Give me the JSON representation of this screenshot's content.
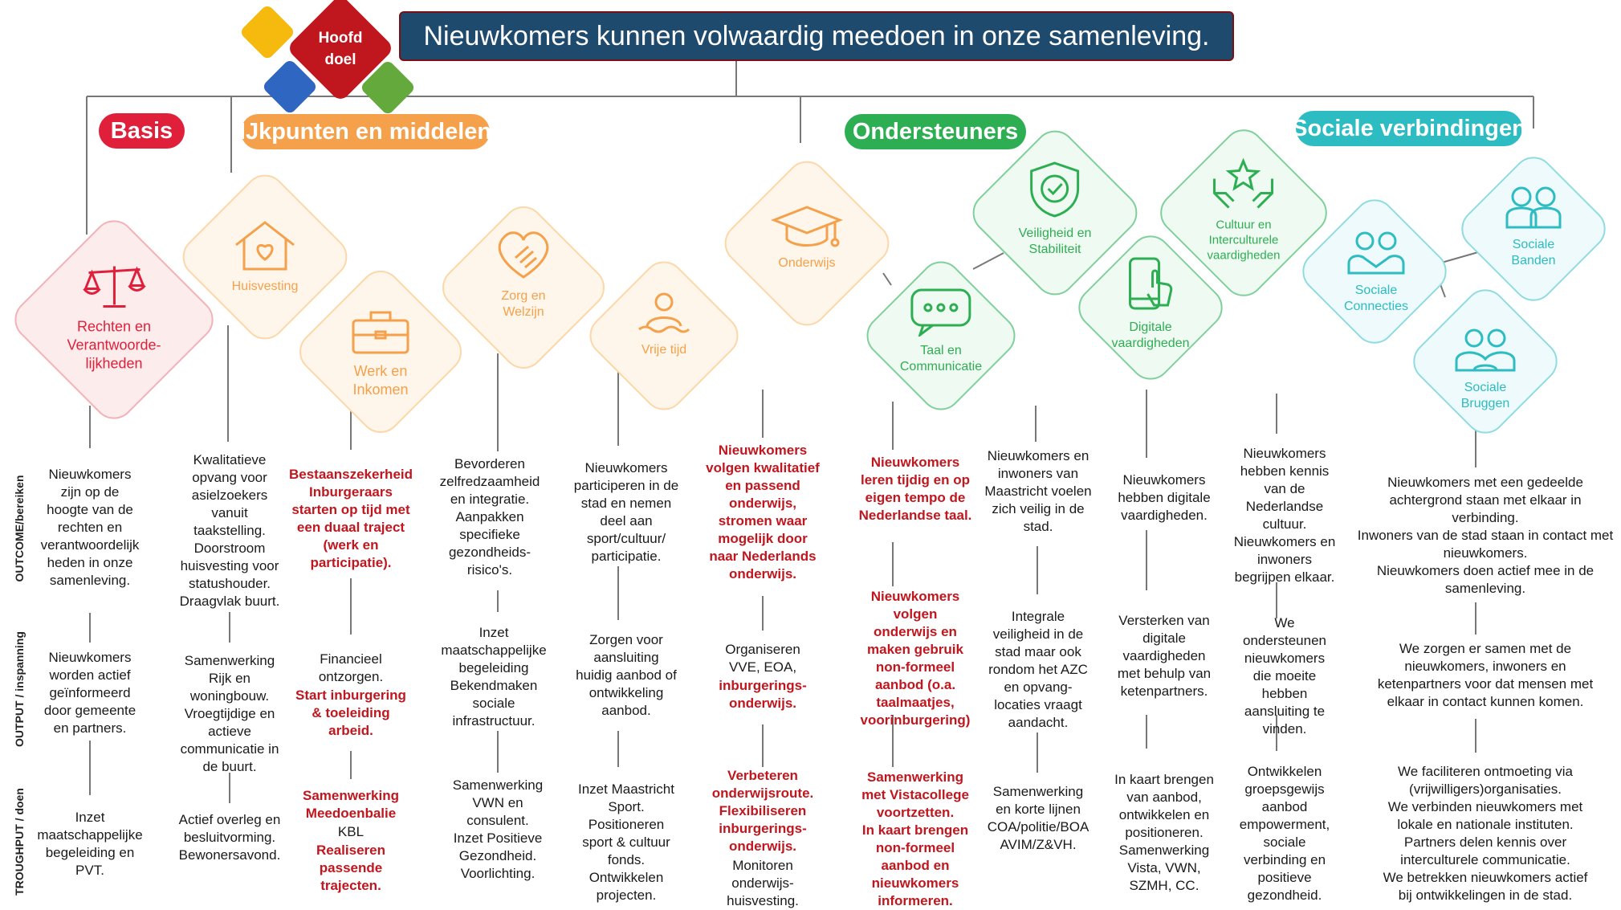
{
  "colors": {
    "basis": "#e0203a",
    "ijkpunten": "#f5a04a",
    "ondersteuners": "#2eae52",
    "sociaal": "#2cbcc2",
    "title_bg": "#1e4a6e",
    "logo_yellow": "#f6b90e",
    "logo_red": "#c0171f",
    "logo_blue": "#2f66c2",
    "logo_green": "#63a93c",
    "emphasis_red": "#c0171f"
  },
  "logo": {
    "text": "Hoofd\ndoel"
  },
  "main_title": "Nieuwkomers kunnen volwaardig meedoen in onze samenleving.",
  "categories": {
    "basis": "Basis",
    "ijkpunten": "IJkpunten en middelen",
    "ondersteuners": "Ondersteuners",
    "sociaal": "Sociale verbindingen"
  },
  "tiles": {
    "rechten": {
      "label": "Rechten en\nVerantwoorde-\nlijkheden",
      "icon": "scales-icon"
    },
    "huisvesting": {
      "label": "Huisvesting",
      "icon": "house-heart-icon"
    },
    "werk": {
      "label": "Werk en\nInkomen",
      "icon": "briefcase-icon"
    },
    "zorg": {
      "label": "Zorg en\nWelzijn",
      "icon": "heart-hand-icon"
    },
    "vrijetijd": {
      "label": "Vrije tijd",
      "icon": "swimmer-icon"
    },
    "onderwijs": {
      "label": "Onderwijs",
      "icon": "graduation-cap-icon"
    },
    "taal": {
      "label": "Taal en\nCommunicatie",
      "icon": "speech-bubble-icon"
    },
    "veiligheid": {
      "label": "Veiligheid en\nStabiliteit",
      "icon": "shield-check-icon"
    },
    "digitaal": {
      "label": "Digitale\nvaardigheden",
      "icon": "smartphone-touch-icon"
    },
    "cultuur": {
      "label": "Cultuur en\nInterculturele\nvaardigheden",
      "icon": "star-hands-icon"
    },
    "connecties": {
      "label": "Sociale\nConnecties",
      "icon": "people-connect-icon"
    },
    "banden": {
      "label": "Sociale\nBanden",
      "icon": "people-icon"
    },
    "bruggen": {
      "label": "Sociale\nBruggen",
      "icon": "people-bridge-icon"
    }
  },
  "row_labels": {
    "outcome": "OUTCOME/bereiken",
    "output": "OUTPUT / inspanning",
    "throughput": "TROUGHPUT / doen"
  },
  "cells": {
    "c1_out": [
      "Nieuwkomers",
      "zijn op de",
      "hoogte van de",
      "rechten en",
      "verantwoordelijk",
      "heden in onze",
      "samenleving."
    ],
    "c1_inp": [
      "Nieuwkomers",
      "worden actief",
      "geïnformeerd",
      "door gemeente",
      "en partners."
    ],
    "c1_doe": [
      "Inzet",
      "maatschappelijke",
      "begeleiding en",
      "PVT."
    ],
    "c2_out": [
      "Kwalitatieve",
      "opvang voor",
      "asielzoekers",
      "vanuit",
      "taakstelling.",
      "Doorstroom",
      "huisvesting voor",
      "statushouder.",
      "Draagvlak buurt."
    ],
    "c2_inp": [
      "Samenwerking",
      "Rijk en",
      "woningbouw.",
      "Vroegtijdige en",
      "actieve",
      "communicatie in",
      "de buurt."
    ],
    "c2_doe": [
      "Actief overleg en",
      "besluitvorming.",
      "Bewonersavond."
    ],
    "c3_out": [
      "Bestaanszekerheid",
      "Inburgeraars",
      "starten op tijd met",
      "een duaal traject",
      "(werk en",
      "participatie)."
    ],
    "c3_inp_a": [
      "Financieel",
      "ontzorgen."
    ],
    "c3_inp_b": [
      "Start inburgering",
      "& toeleiding",
      "arbeid."
    ],
    "c3_doe_a": [
      "Samenwerking",
      "Meedoenbalie"
    ],
    "c3_doe_b": [
      "KBL"
    ],
    "c3_doe_c": [
      "Realiseren",
      "passende",
      "trajecten."
    ],
    "c4_out": [
      "Bevorderen",
      "zelfredzaamheid",
      "en integratie.",
      "Aanpakken",
      "specifieke",
      "gezondheids-",
      "risico's."
    ],
    "c4_inp": [
      "Inzet",
      "maatschappelijke",
      "begeleiding",
      "Bekendmaken",
      "sociale",
      "infrastructuur."
    ],
    "c4_doe": [
      "Samenwerking",
      "VWN en",
      "consulent.",
      "Inzet Positieve",
      "Gezondheid.",
      "Voorlichting."
    ],
    "c5_out": [
      "Nieuwkomers",
      "participeren in de",
      "stad en nemen",
      "deel aan",
      "sport/cultuur/",
      "participatie."
    ],
    "c5_inp": [
      "Zorgen voor",
      "aansluiting",
      "huidig aanbod of",
      "ontwikkeling",
      "aanbod."
    ],
    "c5_doe": [
      "Inzet Maastricht",
      "Sport.",
      "Positioneren",
      "sport & cultuur",
      "fonds.",
      "Ontwikkelen",
      "projecten."
    ],
    "c6_out": [
      "Nieuwkomers",
      "volgen kwalitatief",
      "en passend",
      "onderwijs,",
      "stromen waar",
      "mogelijk door",
      "naar Nederlands",
      "onderwijs."
    ],
    "c6_inp_a": [
      "Organiseren",
      "VVE, EOA,"
    ],
    "c6_inp_b": [
      "inburgerings-",
      "onderwijs."
    ],
    "c6_doe_a": [
      "Verbeteren",
      "onderwijsroute.",
      "Flexibiliseren",
      "inburgerings-",
      "onderwijs."
    ],
    "c6_doe_b": [
      "Monitoren",
      "onderwijs-",
      "huisvesting."
    ],
    "c7_out": [
      "Nieuwkomers",
      "leren tijdig en op",
      "eigen tempo de",
      "Nederlandse taal."
    ],
    "c7_inp": [
      "Nieuwkomers",
      "volgen",
      "onderwijs en",
      "maken gebruik",
      "non-formeel",
      "aanbod (o.a.",
      "taalmaatjes,",
      "voorinburgering)"
    ],
    "c7_doe": [
      "Samenwerking",
      "met Vistacollege",
      "voortzetten.",
      "In kaart brengen",
      "non-formeel",
      "aanbod en",
      "nieuwkomers",
      "informeren."
    ],
    "c8_out": [
      "Nieuwkomers en",
      "inwoners van",
      "Maastricht voelen",
      "zich veilig in de",
      "stad."
    ],
    "c8_inp": [
      "Integrale",
      "veiligheid in de",
      "stad maar ook",
      "rondom het AZC",
      "en opvang-",
      "locaties vraagt",
      "aandacht."
    ],
    "c8_doe": [
      "Samenwerking",
      "en korte lijnen",
      "COA/politie/BOA",
      "AVIM/Z&VH."
    ],
    "c9_out": [
      "Nieuwkomers",
      "hebben digitale",
      "vaardigheden."
    ],
    "c9_inp": [
      "Versterken van",
      "digitale",
      "vaardigheden",
      "met behulp van",
      "ketenpartners."
    ],
    "c9_doe": [
      "In kaart brengen",
      "van aanbod,",
      "ontwikkelen en",
      "positioneren.",
      "Samenwerking",
      "Vista, VWN,",
      "SZMH, CC."
    ],
    "c10_out": [
      "Nieuwkomers",
      "hebben kennis",
      "van de",
      "Nederlandse",
      "cultuur.",
      "Nieuwkomers en",
      "inwoners",
      "begrijpen elkaar."
    ],
    "c10_inp": [
      "We",
      "ondersteunen",
      "nieuwkomers",
      "die moeite",
      "hebben",
      "aansluiting te",
      "vinden."
    ],
    "c10_doe": [
      "Ontwikkelen",
      "groepsgewijs",
      "aanbod",
      "empowerment,",
      "sociale",
      "verbinding en",
      "positieve",
      "gezondheid."
    ],
    "c11_out": [
      "Nieuwkomers met een gedeelde",
      "achtergrond staan met elkaar in",
      "verbinding.",
      "Inwoners van de stad staan in contact met",
      "nieuwkomers.",
      "Nieuwkomers doen actief mee in de",
      "samenleving."
    ],
    "c11_inp": [
      "We zorgen er samen met de",
      "nieuwkomers, inwoners en",
      "ketenpartners voor dat mensen met",
      "elkaar in contact kunnen komen."
    ],
    "c11_doe": [
      "We faciliteren ontmoeting via",
      "(vrijwilligers)organisaties.",
      "We verbinden nieuwkomers met",
      "lokale en nationale instituten.",
      "Partners delen kennis over",
      "interculturele communicatie.",
      "We betrekken nieuwkomers actief",
      "bij ontwikkelingen in de stad."
    ]
  }
}
